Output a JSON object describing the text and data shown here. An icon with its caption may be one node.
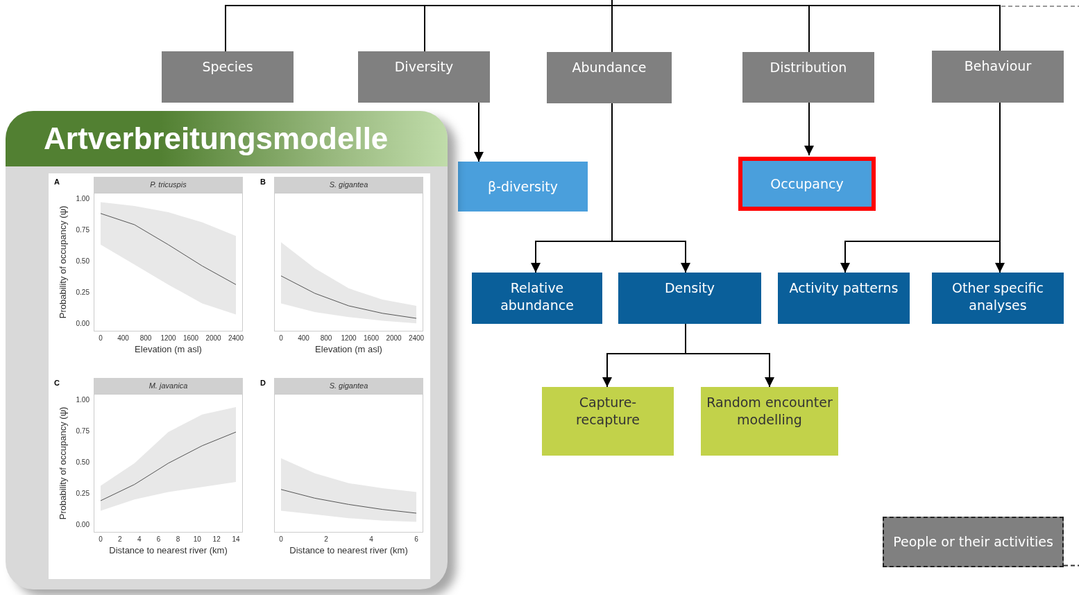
{
  "diagram": {
    "nodes": [
      {
        "text": [
          "Species"
        ]
      },
      {
        "text": [
          "Diversity"
        ]
      },
      {
        "text": [
          "Abundance"
        ]
      },
      {
        "text": [
          "Distribution"
        ]
      },
      {
        "text": [
          "Behaviour"
        ]
      },
      {
        "text": [
          "β-diversity"
        ]
      },
      {
        "text": [
          "Occupancy"
        ]
      },
      {
        "text": [
          "Relative abundance"
        ]
      },
      {
        "text": [
          "Density"
        ]
      },
      {
        "text": [
          "Activity patterns"
        ]
      },
      {
        "text": [
          "Other specific analyses"
        ]
      },
      {
        "text": [
          "Capture-recapture"
        ]
      },
      {
        "text": [
          "Random encounter modelling"
        ]
      },
      {
        "text": [
          "People or their activities"
        ]
      },
      {
        "text": [
          "Artverbreitungsmodelle"
        ]
      }
    ],
    "edges": [
      {
        "from": null,
        "to": 0,
        "arrow": "none"
      },
      {
        "from": null,
        "to": 1,
        "arrow": "none"
      },
      {
        "from": null,
        "to": 2,
        "arrow": "none"
      },
      {
        "from": null,
        "to": 3,
        "arrow": "none"
      },
      {
        "from": null,
        "to": 4,
        "arrow": "none"
      },
      {
        "from": 1,
        "to": 5,
        "arrow": "to"
      },
      {
        "from": 3,
        "to": 6,
        "arrow": "to"
      },
      {
        "from": 2,
        "to": 7,
        "arrow": "to"
      },
      {
        "from": 2,
        "to": 8,
        "arrow": "to"
      },
      {
        "from": 4,
        "to": 9,
        "arrow": "to"
      },
      {
        "from": 4,
        "to": 10,
        "arrow": "to"
      },
      {
        "from": 8,
        "to": 11,
        "arrow": "to"
      },
      {
        "from": 8,
        "to": 12,
        "arrow": "to"
      },
      {
        "from": 13,
        "to": null,
        "arrow": "none",
        "style": "dashed"
      }
    ],
    "labels": [
      "A",
      "P. tricuspis",
      "1.00",
      "0.75",
      "0.50",
      "0.25",
      "0.00",
      "Probability of occupancy (ψ)",
      "0",
      "400",
      "800",
      "1200",
      "1600",
      "2000",
      "2400",
      "Elevation (m asl)",
      "B",
      "S. gigantea",
      "0",
      "400",
      "800",
      "1200",
      "1600",
      "2000",
      "2400",
      "Elevation (m asl)",
      "C",
      "M. javanica",
      "1.00",
      "0.75",
      "0.50",
      "0.25",
      "0.00",
      "Probability of occupancy (ψ)",
      "0",
      "2",
      "4",
      "6",
      "8",
      "10",
      "12",
      "14",
      "Distance to nearest river (km)",
      "D",
      "S. gigantea",
      "0",
      "2",
      "4",
      "6",
      "Distance to nearest river (km)"
    ]
  }
}
